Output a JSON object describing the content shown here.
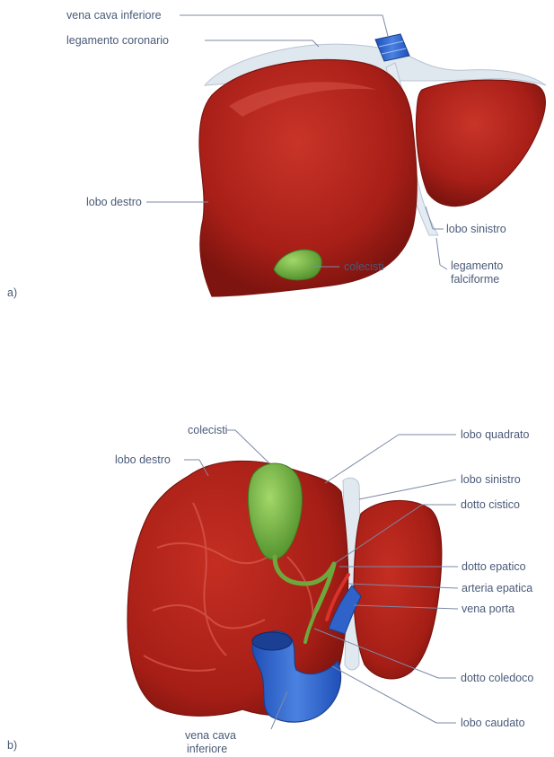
{
  "figure_a": {
    "panel_label": "a)",
    "labels": {
      "vena_cava_inferiore": "vena cava inferiore",
      "legamento_coronario": "legamento coronario",
      "lobo_destro": "lobo destro",
      "lobo_sinistro": "lobo sinistro",
      "colecisti": "colecisti",
      "legamento_falciforme_1": "legamento",
      "legamento_falciforme_2": "falciforme"
    }
  },
  "figure_b": {
    "panel_label": "b)",
    "labels": {
      "colecisti": "colecisti",
      "lobo_destro": "lobo destro",
      "lobo_quadrato": "lobo quadrato",
      "lobo_sinistro": "lobo sinistro",
      "dotto_cistico": "dotto cistico",
      "dotto_epatico": "dotto epatico",
      "arteria_epatica": "arteria epatica",
      "vena_porta": "vena porta",
      "dotto_coledoco": "dotto coledoco",
      "lobo_caudato": "lobo caudato",
      "vena_cava_1": "vena cava",
      "vena_cava_2": "inferiore"
    }
  },
  "colors": {
    "liver": "#b5231c",
    "liver_dark": "#8c1712",
    "ligament": "#dde6ee",
    "gallbladder": "#72b23f",
    "vein": "#2f63c9",
    "artery": "#d8322a",
    "label": "#4a5a78"
  }
}
